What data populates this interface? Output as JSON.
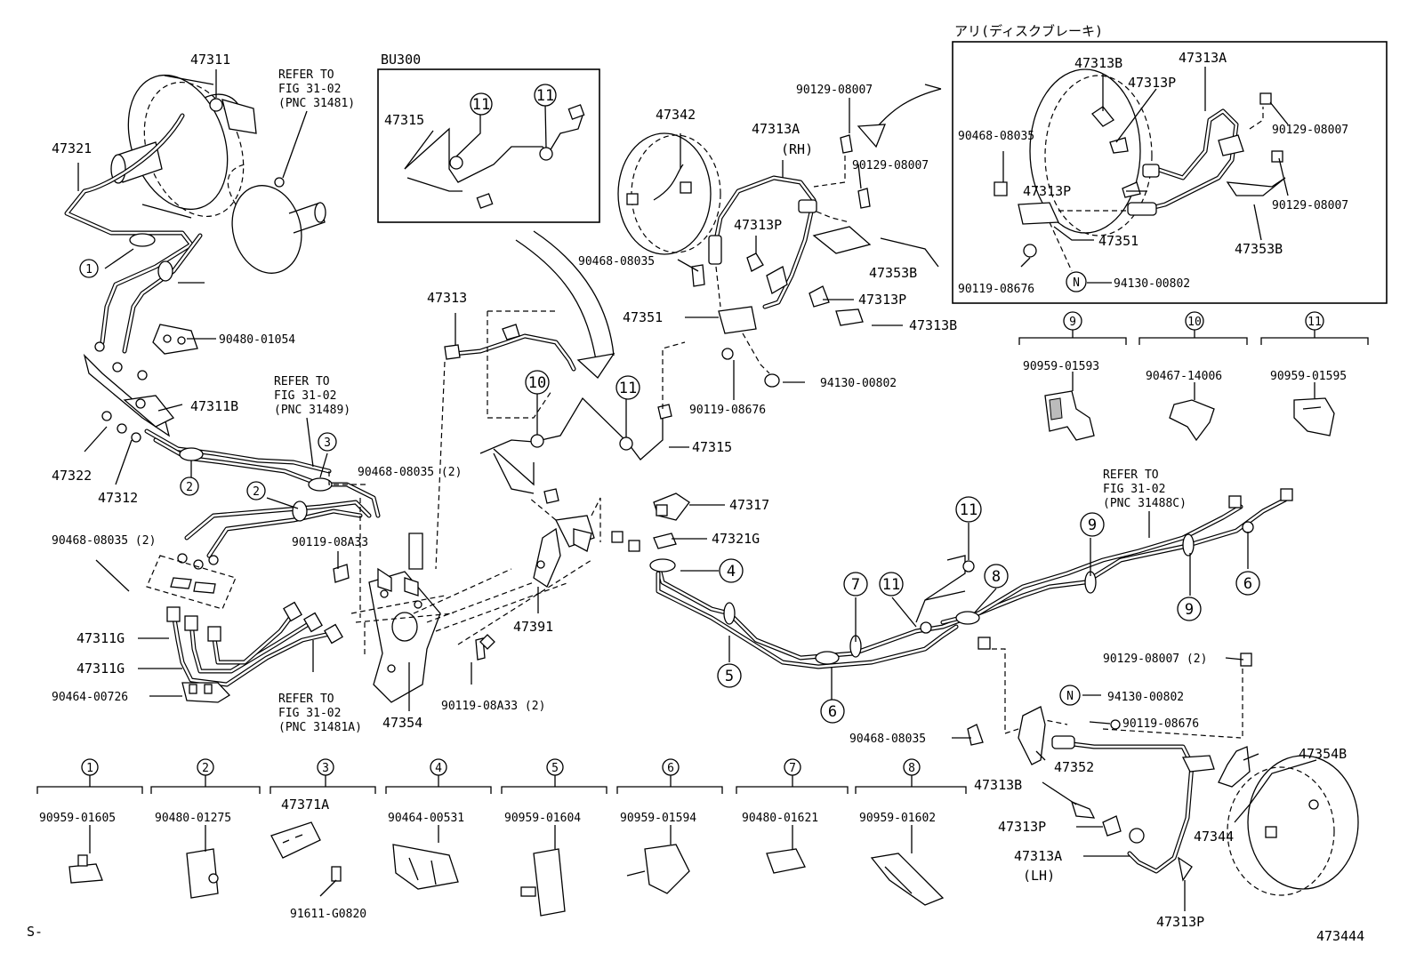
{
  "inset_labels": {
    "bu300": "BU300",
    "disc_brake": "アリ(ディスクブレーキ)",
    "rh": "(RH)",
    "lh": "(LH)"
  },
  "refer_notes": [
    {
      "l1": "REFER TO",
      "l2": "FIG 31-02",
      "l3": "(PNC 31481)"
    },
    {
      "l1": "REFER TO",
      "l2": "FIG 31-02",
      "l3": "(PNC 31489)"
    },
    {
      "l1": "REFER TO",
      "l2": "FIG 31-02",
      "l3": "(PNC 31481A)"
    },
    {
      "l1": "REFER TO",
      "l2": "FIG 31-02",
      "l3": "(PNC 31488C)"
    }
  ],
  "labels": {
    "p47311": "47311",
    "p47321": "47321",
    "p90480_01054": "90480-01054",
    "p47311B": "47311B",
    "p47322": "47322",
    "p47312": "47312",
    "p90468_2a": "90468-08035 (2)",
    "p90468_2b": "90468-08035 (2)",
    "p90119_08A33": "90119-08A33",
    "p47311G_a": "47311G",
    "p47311G_b": "47311G",
    "p90464_00726": "90464-00726",
    "p47354": "47354",
    "p90119_08A33_2": "90119-08A33 (2)",
    "p47315_inset": "47315",
    "p47313": "47313",
    "p47391": "47391",
    "p47342": "47342",
    "p47313A_rh": "47313A",
    "p90129_a": "90129-08007",
    "p90129_b": "90129-08007",
    "p47313P_a": "47313P",
    "p90468_08035_a": "90468-08035",
    "p47353B_a": "47353B",
    "p47313P_b": "47313P",
    "p47351_a": "47351",
    "p47313B_a": "47313B",
    "p94130_a": "94130-00802",
    "p90119_08676_a": "90119-08676",
    "p47315_main": "47315",
    "p47317": "47317",
    "p47321G": "47321G",
    "ins_47313B": "47313B",
    "ins_47313A": "47313A",
    "ins_47313P_a": "47313P",
    "ins_90468": "90468-08035",
    "ins_90129_a": "90129-08007",
    "ins_47313P_b": "47313P",
    "ins_90129_b": "90129-08007",
    "ins_47351": "47351",
    "ins_47353B": "47353B",
    "ins_90119": "90119-08676",
    "ins_94130": "94130-00802",
    "p90129_2": "90129-08007 (2)",
    "p94130_b": "94130-00802",
    "p90119_08676_b": "90119-08676",
    "p90468_08035_b": "90468-08035",
    "p47354B": "47354B",
    "p47352": "47352",
    "p47313B_b": "47313B",
    "p47344": "47344",
    "p47313P_c": "47313P",
    "p47313A_lh": "47313A",
    "p47313P_d": "47313P",
    "p91611": "91611-G0820",
    "p47371A": "47371A",
    "corner_left": "S-",
    "corner_right": "473444"
  },
  "key_marks": {
    "n": "N",
    "c1": "1",
    "c2": "2",
    "c3": "3",
    "c4": "4",
    "c5": "5",
    "c6": "6",
    "c7": "7",
    "c8": "8",
    "c9": "9",
    "c10": "10",
    "c11": "11"
  },
  "clip_table": [
    {
      "key": "1",
      "part": "90959-01605"
    },
    {
      "key": "2",
      "part": "90480-01275"
    },
    {
      "key": "3",
      "part": "47371A"
    },
    {
      "key": "4",
      "part": "90464-00531"
    },
    {
      "key": "5",
      "part": "90959-01604"
    },
    {
      "key": "6",
      "part": "90959-01594"
    },
    {
      "key": "7",
      "part": "90480-01621"
    },
    {
      "key": "8",
      "part": "90959-01602"
    },
    {
      "key": "9",
      "part": "90959-01593"
    },
    {
      "key": "10",
      "part": "90467-14006"
    },
    {
      "key": "11",
      "part": "90959-01595"
    }
  ]
}
